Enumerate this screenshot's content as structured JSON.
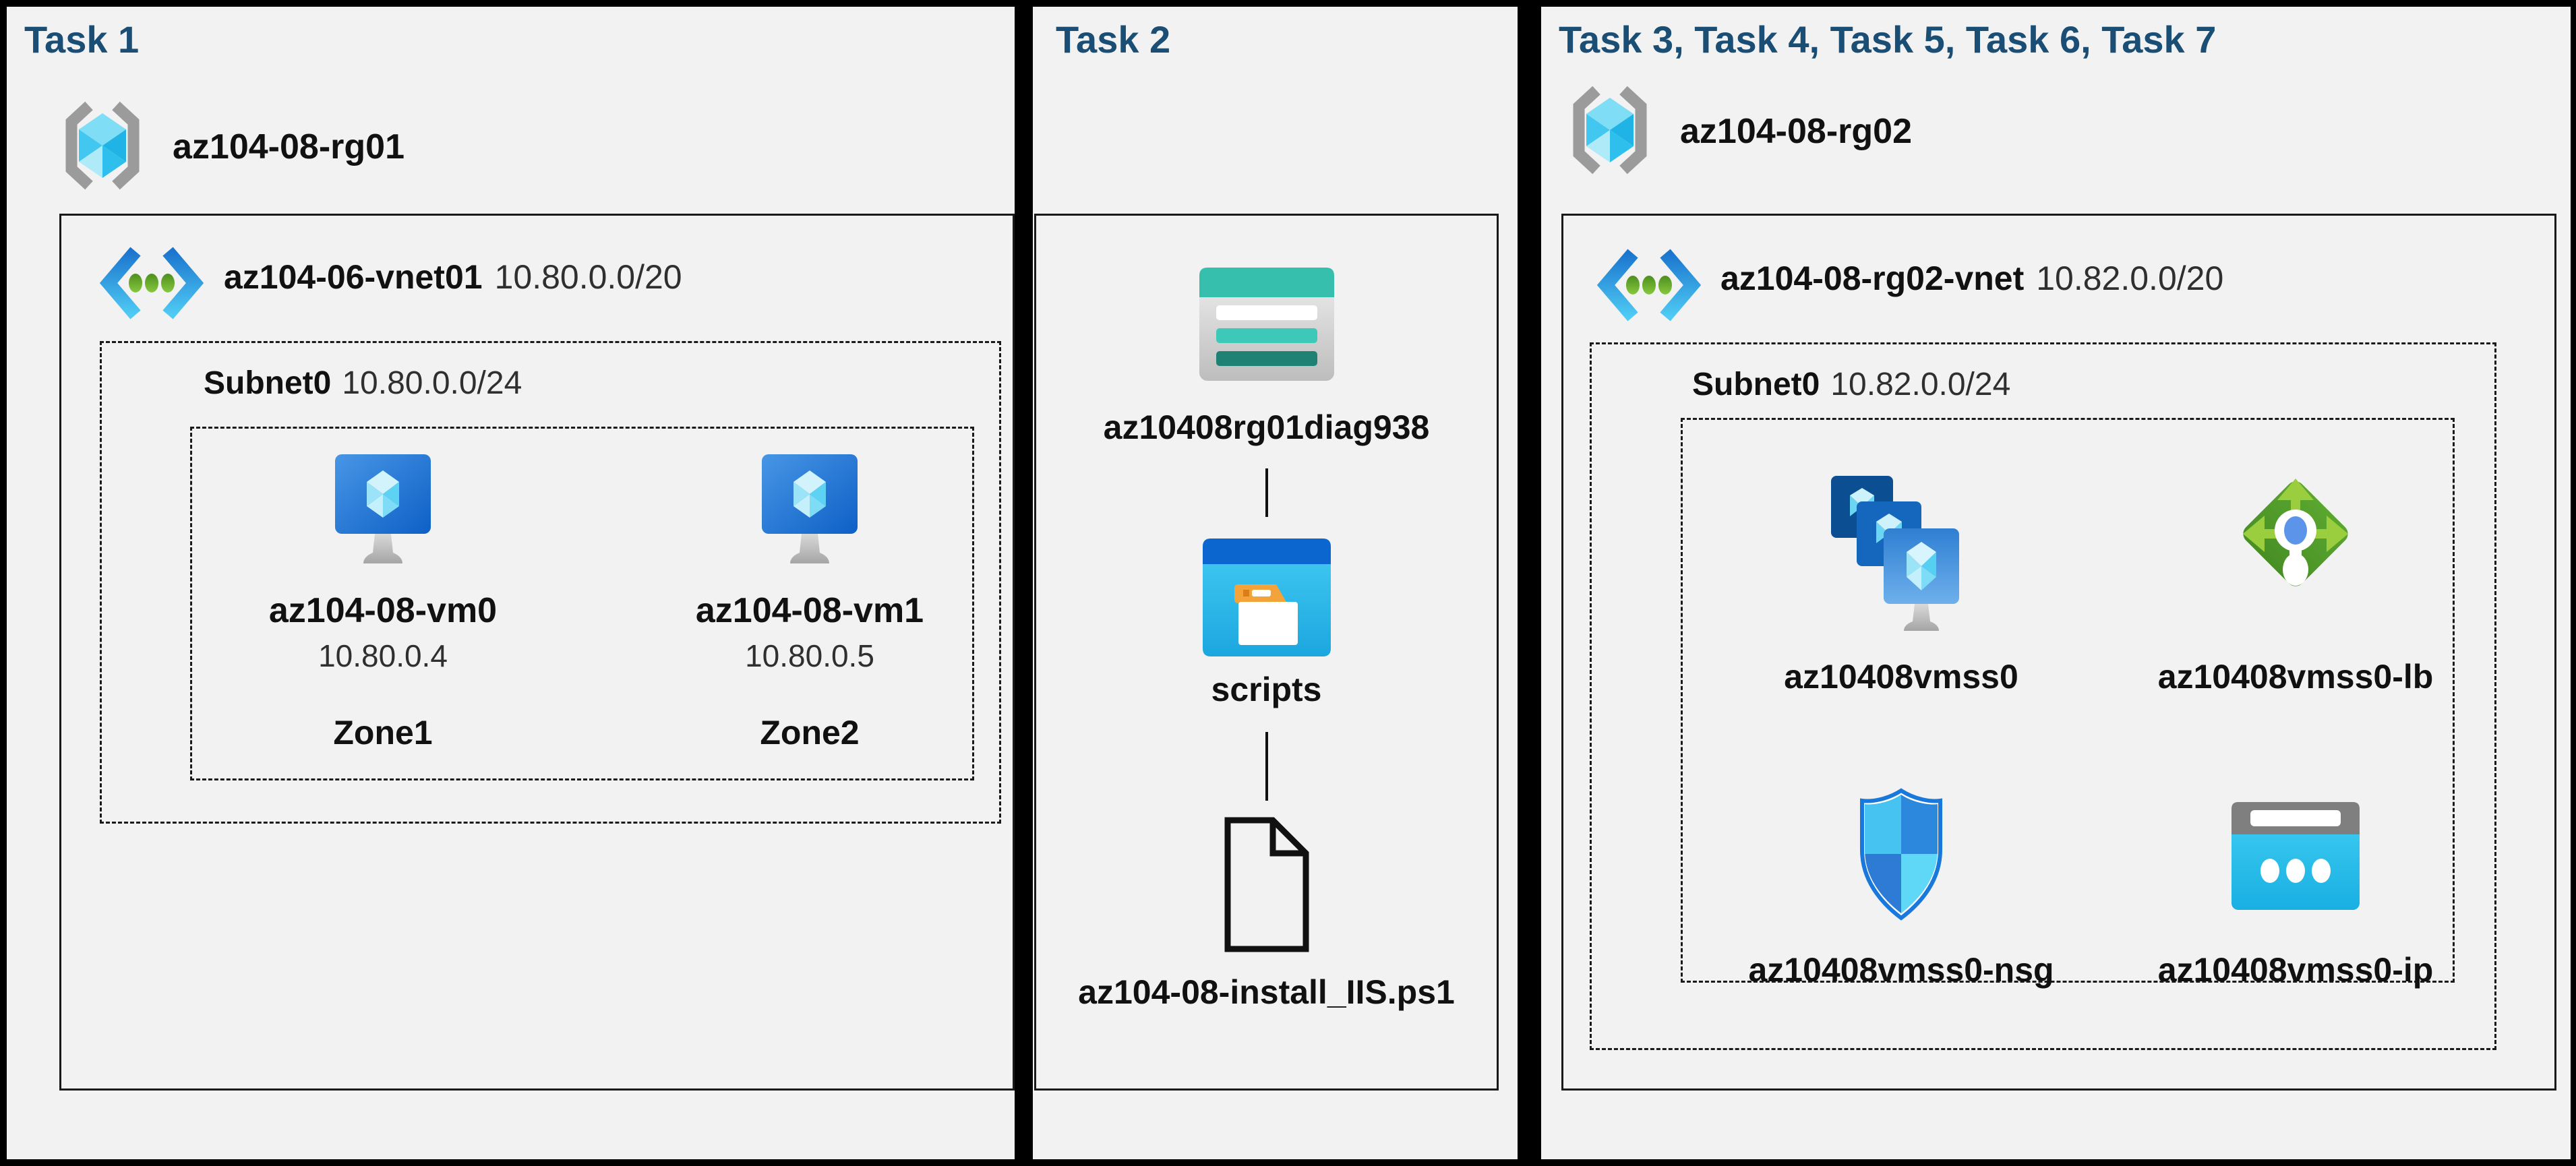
{
  "panels": [
    {
      "task_label": "Task 1",
      "resource_group": "az104-08-rg01",
      "vnet": {
        "name": "az104-06-vnet01",
        "cidr": "10.80.0.0/20"
      },
      "subnet": {
        "name": "Subnet0",
        "cidr": "10.80.0.0/24"
      },
      "vms": [
        {
          "name": "az104-08-vm0",
          "ip": "10.80.0.4",
          "zone": "Zone1"
        },
        {
          "name": "az104-08-vm1",
          "ip": "10.80.0.5",
          "zone": "Zone2"
        }
      ]
    },
    {
      "task_label": "Task 2",
      "storage_account": "az10408rg01diag938",
      "container": "scripts",
      "file": "az104-08-install_IIS.ps1"
    },
    {
      "task_label": "Task 3, Task 4, Task 5, Task 6, Task 7",
      "resource_group": "az104-08-rg02",
      "vnet": {
        "name": "az104-08-rg02-vnet",
        "cidr": "10.82.0.0/20"
      },
      "subnet": {
        "name": "Subnet0",
        "cidr": "10.82.0.0/24"
      },
      "resources": [
        {
          "name": "az10408vmss0",
          "type": "vm-scale-set"
        },
        {
          "name": "az10408vmss0-lb",
          "type": "load-balancer"
        },
        {
          "name": "az10408vmss0-nsg",
          "type": "network-security-group"
        },
        {
          "name": "az10408vmss0-ip",
          "type": "public-ip"
        }
      ]
    }
  ],
  "icons": {
    "resource_group": "resource-group-icon",
    "virtual_network": "virtual-network-icon",
    "virtual_machine": "virtual-machine-icon",
    "vm_scale_set": "vm-scale-set-icon",
    "load_balancer": "load-balancer-icon",
    "network_security_group": "nsg-shield-icon",
    "public_ip": "public-ip-icon",
    "storage_account": "storage-account-icon",
    "blob_container": "blob-container-icon",
    "script_file": "file-icon"
  },
  "colors": {
    "task_title": "#1B4E74",
    "panel_bg": "#F2F2F2",
    "border": "#000000",
    "vm_blue_dark": "#0F5FC4",
    "vm_blue_light": "#4796E6",
    "cube_cyan": "#3FC5EF",
    "vnet_chevron_top": "#1B75CE",
    "vnet_chevron_bottom": "#4FCBF4",
    "vnet_dot_green": "#6FAE2C",
    "storage_teal": "#36BFAD",
    "storage_teal_dark": "#1E8173",
    "container_header_blue": "#0C66D0",
    "container_cyan": "#2FBFEE",
    "folder_tab_orange": "#F2A33A",
    "lb_green": "#52A02C",
    "lb_arrow_lime": "#9BCE3E",
    "lb_dot_blue": "#5B94E8",
    "nsg_outline_blue": "#1878DC",
    "ip_header_gray": "#7F7F7F",
    "ip_body_cyan": "#2FC7EF",
    "bracket_gray": "#9B9B9B"
  }
}
